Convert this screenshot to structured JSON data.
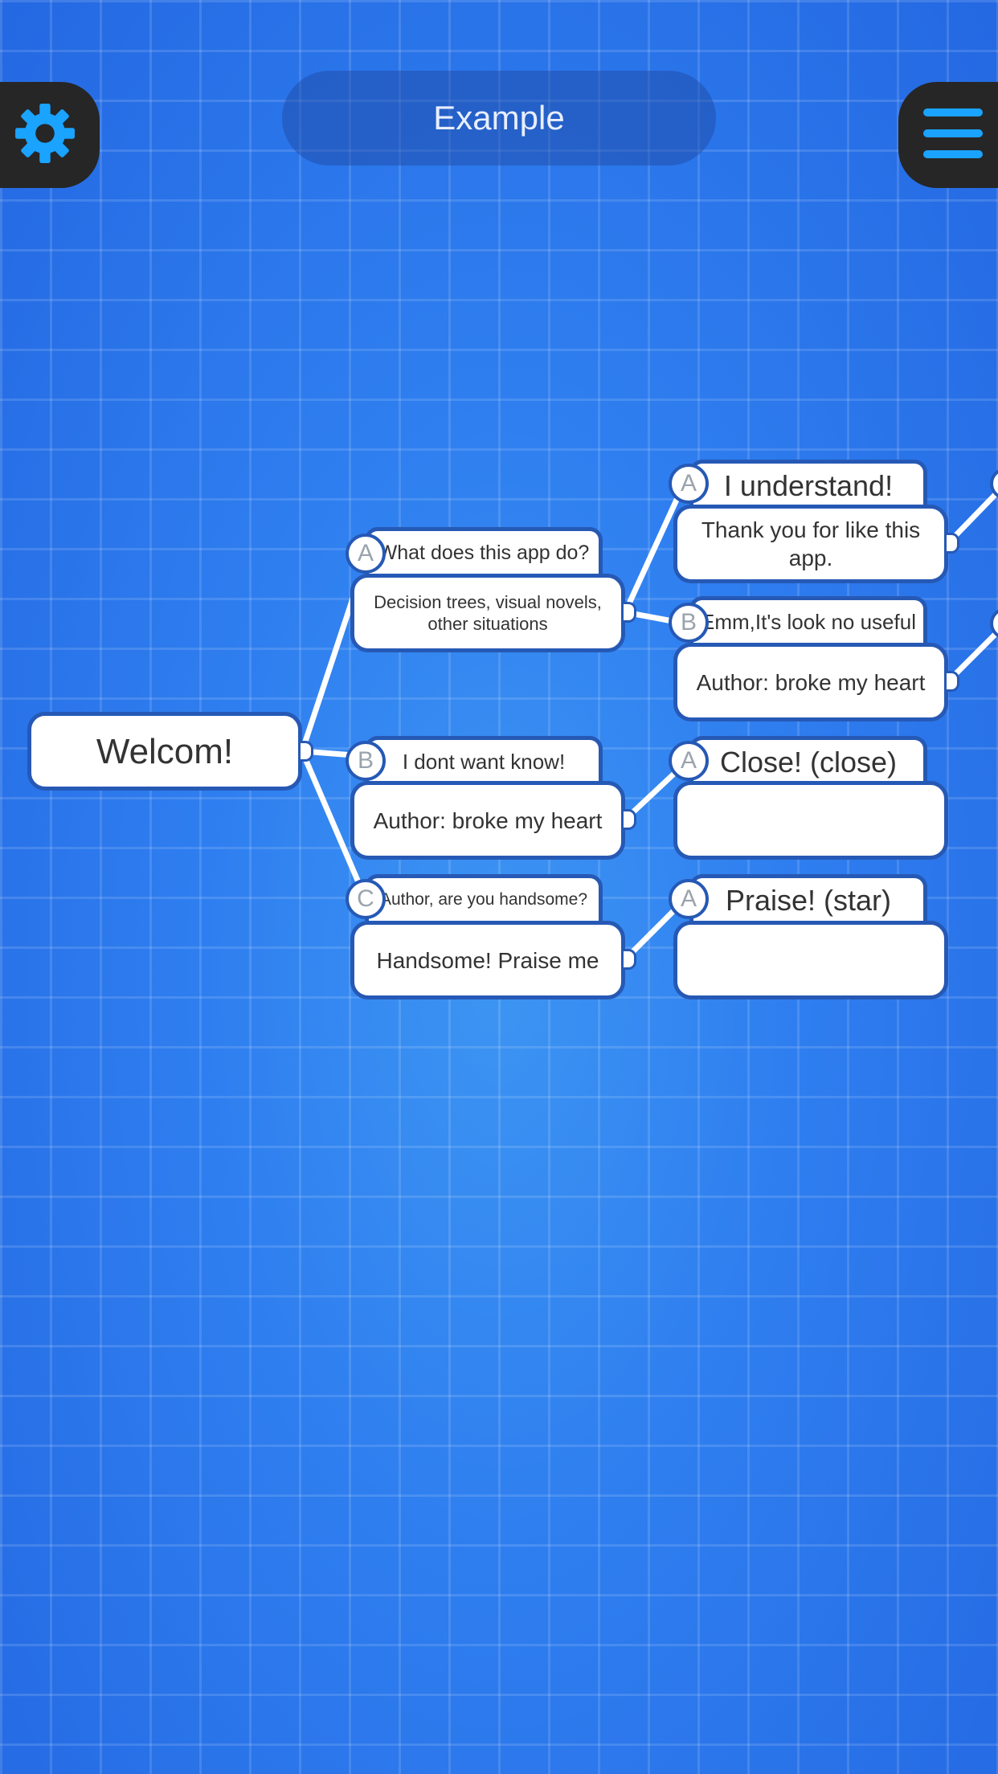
{
  "header": {
    "title": "Example",
    "settings_icon": "gear-icon",
    "menu_icon": "hamburger-menu-icon",
    "accent_color": "#1aa3ff"
  },
  "tree": {
    "root": {
      "label": "Welcom!"
    },
    "level1": [
      {
        "badge": "A",
        "question": "What does this app do?",
        "answer": "Decision trees, visual novels, other situations"
      },
      {
        "badge": "B",
        "question": "I dont want know!",
        "answer": "Author: broke my heart"
      },
      {
        "badge": "C",
        "question": "Author, are you handsome?",
        "answer": "Handsome! Praise me"
      }
    ],
    "level2": [
      {
        "badge": "A",
        "question": "I understand!",
        "answer": "Thank you for like this app."
      },
      {
        "badge": "B",
        "question": "Emm,It's look no useful",
        "answer": "Author: broke my heart"
      },
      {
        "badge": "A",
        "question": "Close! (close)",
        "answer": ""
      },
      {
        "badge": "A",
        "question": "Praise! (star)",
        "answer": ""
      }
    ]
  }
}
